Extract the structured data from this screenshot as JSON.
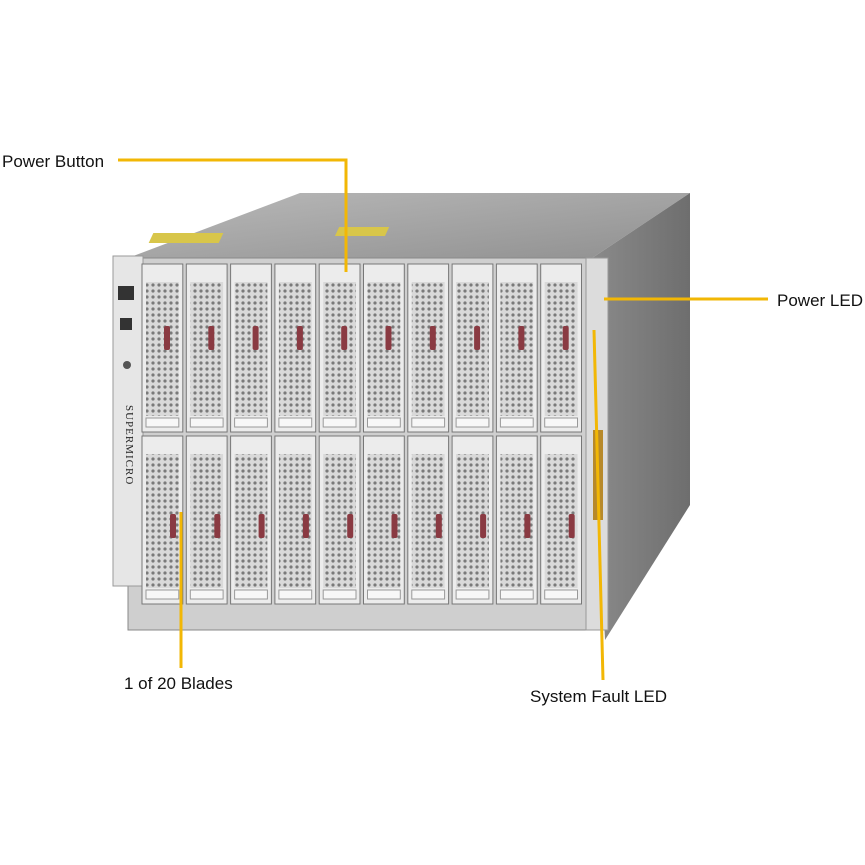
{
  "callouts": {
    "power_button": "Power Button",
    "power_led": "Power LED",
    "blade": "1 of 20 Blades",
    "system_fault_led": "System Fault LED"
  },
  "brand": "SUPERMICRO",
  "chassis": {
    "blade_count": 20,
    "rows": 2,
    "blades_per_row": 10
  },
  "colors": {
    "callout_line": "#f2b705",
    "handle": "#8a3a42",
    "chassis_top": "#9a9a9a",
    "chassis_side": "#7c7c7c",
    "frame": "#c8c8c8"
  }
}
